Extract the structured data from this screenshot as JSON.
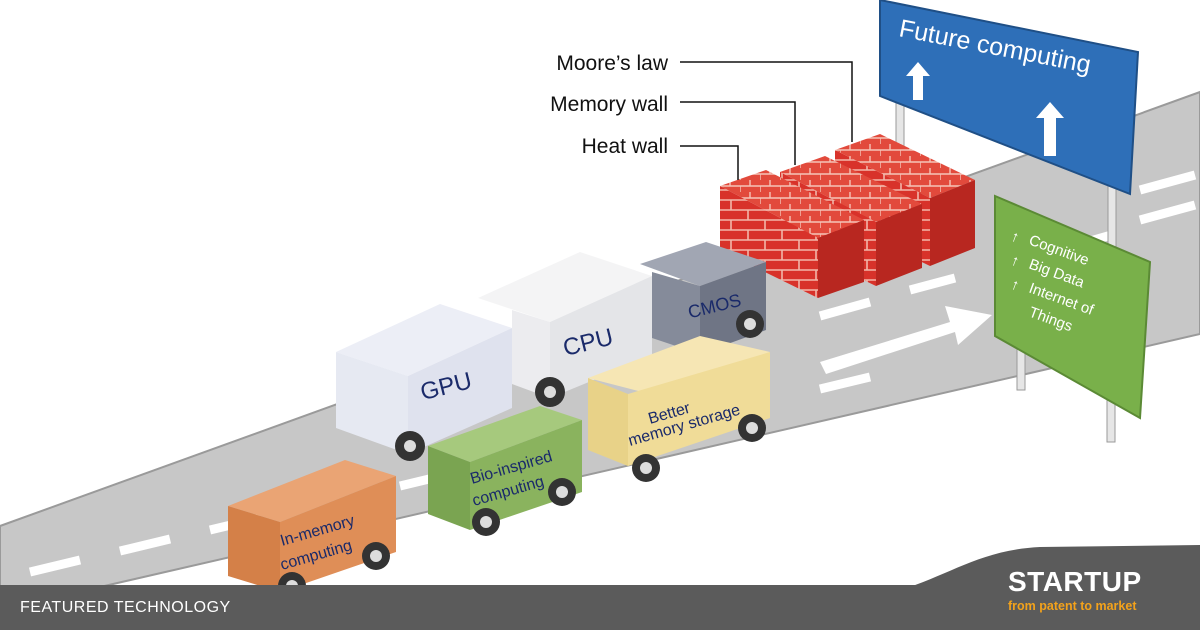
{
  "colors": {
    "road": "#c7c7c7",
    "lane_marks": "#ffffff",
    "brick": "#d8322a",
    "brick_mortar": "#f2b7a9",
    "sign_blue": "#2e6fb8",
    "sign_green": "#79b04a",
    "footer": "#5b5b5b",
    "brand_accent": "#f3a21b"
  },
  "diagram": {
    "walls": [
      {
        "label": "Moore’s law"
      },
      {
        "label": "Memory wall"
      },
      {
        "label": "Heat wall"
      }
    ],
    "future_sign": {
      "title": "Future computing",
      "icons": [
        "up-arrow-icon",
        "up-arrow-icon"
      ]
    },
    "trends_sign": {
      "items": [
        {
          "arrow": "↑",
          "text": "Cognitive"
        },
        {
          "arrow": "↑",
          "text": "Big Data"
        },
        {
          "arrow": "↑",
          "text": "Internet of"
        },
        {
          "arrow": "",
          "text": "Things"
        }
      ]
    },
    "trucks": [
      {
        "label": "CMOS"
      },
      {
        "label": "CPU"
      },
      {
        "label": "GPU"
      },
      {
        "label_line1": "Better",
        "label_line2": "memory storage"
      },
      {
        "label_line1": "Bio-inspired",
        "label_line2": "computing"
      },
      {
        "label_line1": "In-memory",
        "label_line2": "computing"
      }
    ]
  },
  "footer": {
    "label": "FEATURED TECHNOLOGY"
  },
  "brand": {
    "name": "STARTUP",
    "tagline": "from patent to market"
  }
}
